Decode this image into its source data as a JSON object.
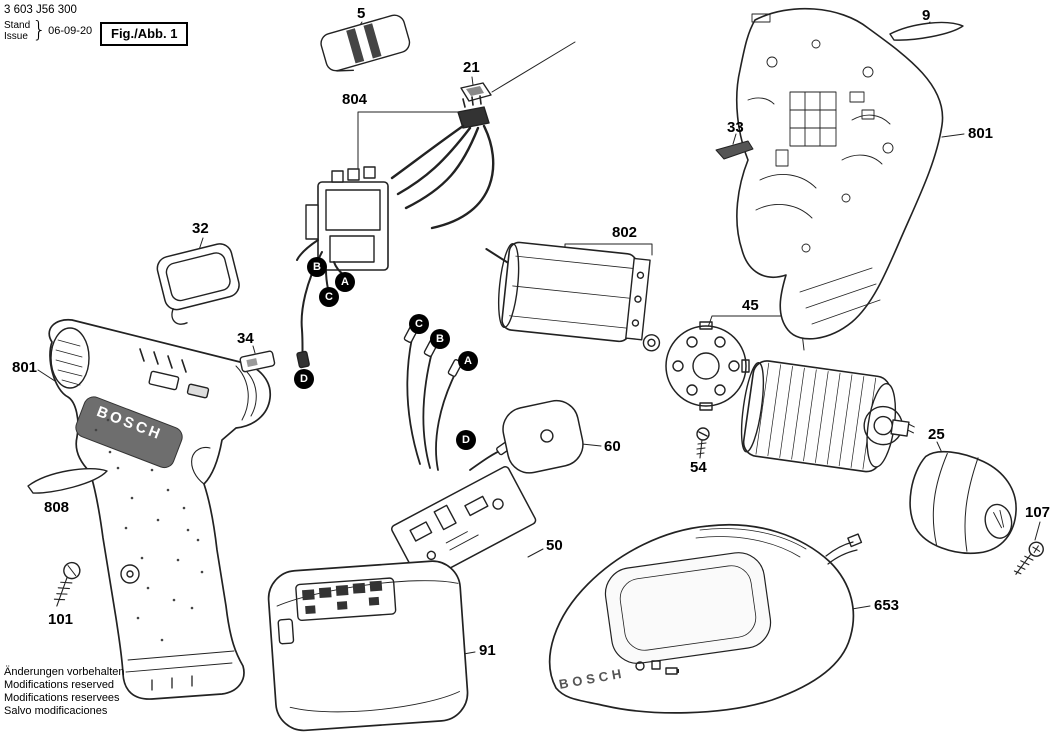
{
  "header": {
    "part_number": "3 603 J56 300",
    "stand": "Stand",
    "issue": "Issue",
    "brace": "}",
    "date": "06-09-20",
    "figure": "Fig./Abb. 1"
  },
  "brand": {
    "drill": "BOSCH",
    "charger": "BOSCH"
  },
  "callouts": {
    "n5": "5",
    "n21": "21",
    "n9": "9",
    "n804": "804",
    "n33": "33",
    "n801a": "801",
    "n32": "32",
    "n802": "802",
    "n45": "45",
    "n34": "34",
    "n801b": "801",
    "n60": "60",
    "n25": "25",
    "n54": "54",
    "n808": "808",
    "n107": "107",
    "n50": "50",
    "n101": "101",
    "n653": "653",
    "n91": "91"
  },
  "letters": {
    "A": "A",
    "B": "B",
    "C": "C",
    "D": "D"
  },
  "footer": {
    "line1": "Änderungen vorbehalten",
    "line2": "Modifications reserved",
    "line3": "Modifications reservees",
    "line4": "Salvo modificaciones"
  }
}
